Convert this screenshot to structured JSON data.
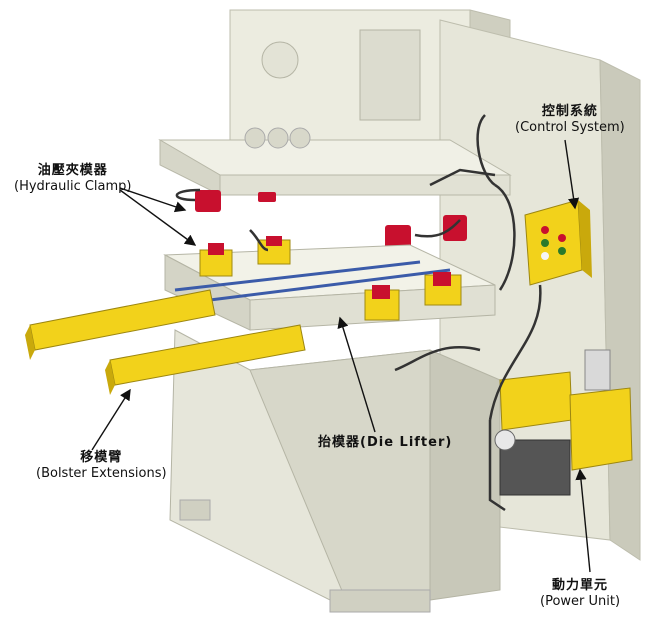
{
  "labels": {
    "hydraulic_clamp": {
      "zh": "油壓夾模器",
      "en": "(Hydraulic Clamp)"
    },
    "control_system": {
      "zh": "控制系統",
      "en": "(Control System)"
    },
    "bolster_extensions": {
      "zh": "移模臂",
      "en": "(Bolster Extensions)"
    },
    "die_lifter": {
      "zh": "抬模器(Die Lifter)"
    },
    "power_unit": {
      "zh": "動力單元",
      "en": "(Power Unit)"
    }
  },
  "colors": {
    "machine_body": "#e8e8dc",
    "machine_shadow": "#c9c9bb",
    "equipment_yellow": "#f2d21b",
    "clamp_red": "#c8102e",
    "hose_dark": "#333333",
    "lifter_blue": "#3b5ba9"
  }
}
